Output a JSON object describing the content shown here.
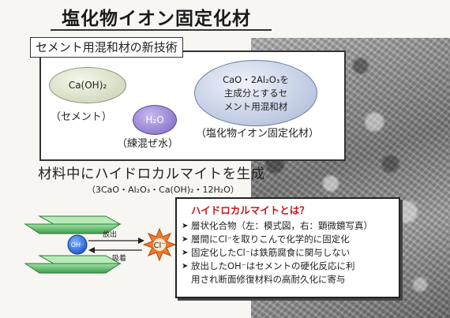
{
  "title": "塩化物イオン固定化材",
  "section_label": "セメント用混和材の新技術",
  "tech": {
    "caoh": {
      "label": "Ca(OH)₂",
      "caption": "（セメント）"
    },
    "h2o": {
      "label": "H₂O",
      "caption": "（練混ぜ水）"
    },
    "cao": {
      "line1": "CaO・2Al₂O₃を",
      "line2": "主成分とするセ",
      "line3": "メント用混和材",
      "caption": "（塩化物イオン固定化材）"
    }
  },
  "heading2": "材料中にハイドロカルマイトを生成",
  "formula": "（3CaO・Al₂O₃・Ca(OH)₂・12H₂O）",
  "diagram": {
    "oh_label": "OH⁻",
    "cl_label": "Cl⁻",
    "release_label": "放出",
    "adsorb_label": "吸着",
    "layer_color": "#5fbf6a",
    "oh_color": "#1f5fd0",
    "cl_color": "#e0561c"
  },
  "hc_box": {
    "title": "ハイドロカルマイトとは？",
    "items": [
      "層状化合物（左：模式図，右：顕微鏡写真）",
      "層間にCl⁻を取りこんで化学的に固定化",
      "固定化したCl⁻は鉄筋腐食に関与しない",
      "放出したOH⁻はセメントの硬化反応に利",
      "用され断面修復材料の高耐久化に寄与"
    ]
  }
}
